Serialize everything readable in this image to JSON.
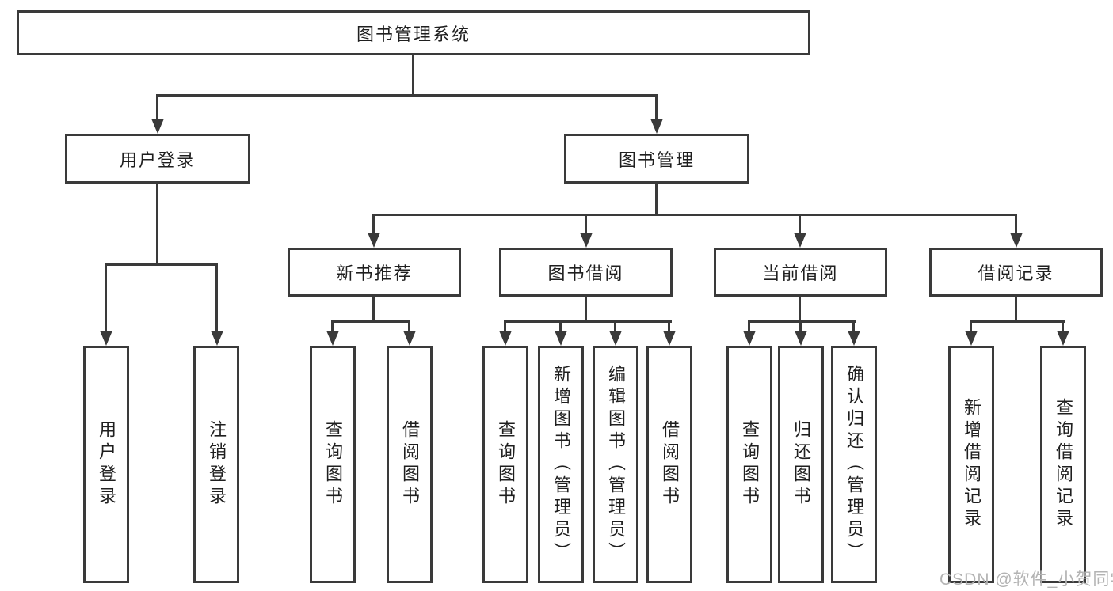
{
  "diagram": {
    "type": "hierarchy",
    "watermark": "CSDN @软件_小贺同学",
    "colors": {
      "line": "#3a3a3a",
      "text": "#1f1f1f",
      "watermark": "#b3b3b3",
      "background": "#ffffff"
    },
    "tree": {
      "label": "图书管理系统",
      "children": [
        {
          "label": "用户登录",
          "children": [
            {
              "label": "用户登录"
            },
            {
              "label": "注销登录"
            }
          ]
        },
        {
          "label": "图书管理",
          "children": [
            {
              "label": "新书推荐",
              "children": [
                {
                  "label": "查询图书"
                },
                {
                  "label": "借阅图书"
                }
              ]
            },
            {
              "label": "图书借阅",
              "children": [
                {
                  "label": "查询图书"
                },
                {
                  "label": "新增图书（管理员）"
                },
                {
                  "label": "编辑图书（管理员）"
                },
                {
                  "label": "借阅图书"
                }
              ]
            },
            {
              "label": "当前借阅",
              "children": [
                {
                  "label": "查询图书"
                },
                {
                  "label": "归还图书"
                },
                {
                  "label": "确认归还（管理员）"
                }
              ]
            },
            {
              "label": "借阅记录",
              "children": [
                {
                  "label": "新增借阅记录"
                },
                {
                  "label": "查询借阅记录"
                }
              ]
            }
          ]
        }
      ]
    }
  }
}
